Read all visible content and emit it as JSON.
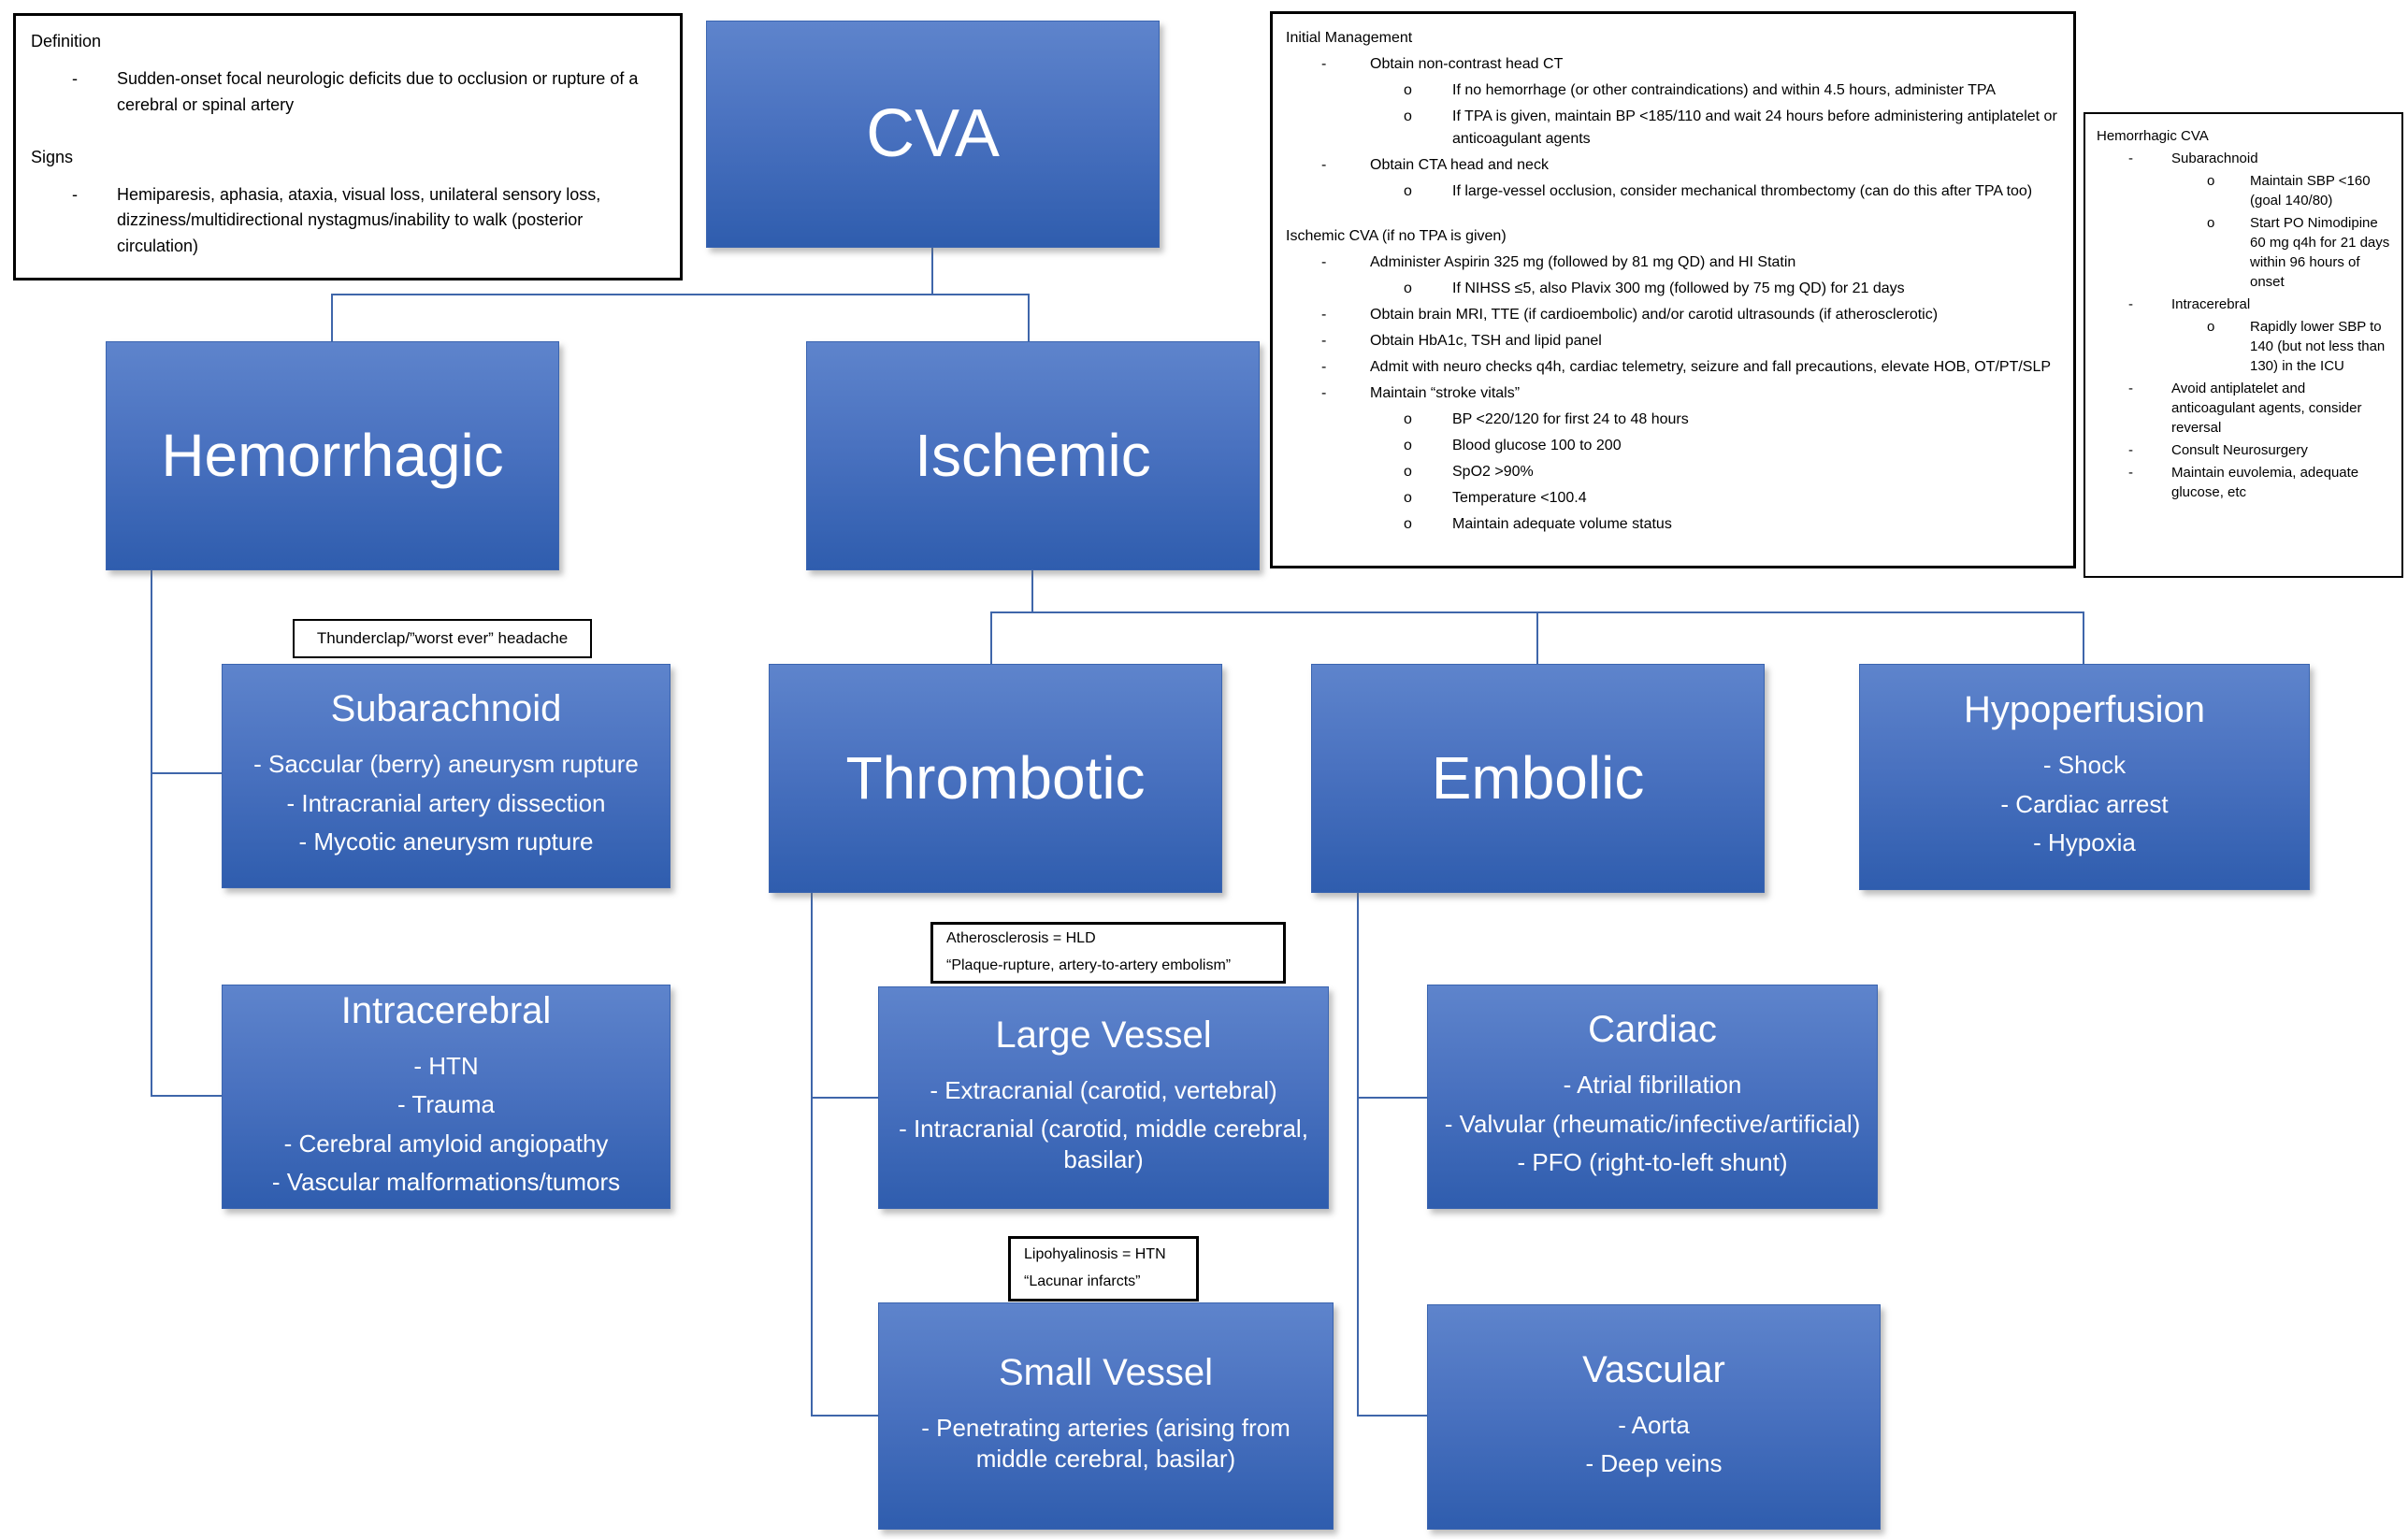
{
  "colors": {
    "node_gradient_top": "#5e84cc",
    "node_gradient_bottom": "#2f5dae",
    "connector": "#3f66aa",
    "note_border": "#000000"
  },
  "nodes": {
    "cva": {
      "title": "CVA"
    },
    "hemorrhagic": {
      "title": "Hemorrhagic"
    },
    "ischemic": {
      "title": "Ischemic"
    },
    "subarachnoid": {
      "title": "Subarachnoid",
      "lines": [
        "- Saccular (berry) aneurysm rupture",
        "- Intracranial artery dissection",
        "- Mycotic aneurysm rupture"
      ]
    },
    "intracerebral": {
      "title": "Intracerebral",
      "lines": [
        "- HTN",
        "- Trauma",
        "- Cerebral amyloid angiopathy",
        "- Vascular malformations/tumors"
      ]
    },
    "thrombotic": {
      "title": "Thrombotic"
    },
    "embolic": {
      "title": "Embolic"
    },
    "hypoperfusion": {
      "title": "Hypoperfusion",
      "lines": [
        "- Shock",
        "- Cardiac arrest",
        "- Hypoxia"
      ]
    },
    "large_vessel": {
      "title": "Large Vessel",
      "lines": [
        "- Extracranial (carotid, vertebral)",
        "- Intracranial (carotid, middle cerebral, basilar)"
      ]
    },
    "small_vessel": {
      "title": "Small Vessel",
      "lines": [
        "- Penetrating arteries (arising from middle cerebral, basilar)"
      ]
    },
    "cardiac": {
      "title": "Cardiac",
      "lines": [
        "- Atrial fibrillation",
        "- Valvular (rheumatic/infective/artificial)",
        "- PFO (right-to-left shunt)"
      ]
    },
    "vascular": {
      "title": "Vascular",
      "lines": [
        "- Aorta",
        "- Deep veins"
      ]
    }
  },
  "notes": {
    "definition": {
      "items": [
        {
          "lv": 0,
          "t": "Definition"
        },
        {
          "lv": 1,
          "b": "-",
          "t": "Sudden-onset focal neurologic deficits due to occlusion or rupture of a cerebral or spinal artery"
        },
        {
          "lv": 0,
          "t": "Signs"
        },
        {
          "lv": 1,
          "b": "-",
          "t": "Hemiparesis, aphasia, ataxia, visual loss, unilateral sensory loss, dizziness/multidirectional nystagmus/inability to walk (posterior circulation)"
        }
      ]
    },
    "initial_management": {
      "items": [
        {
          "lv": 0,
          "t": "Initial Management"
        },
        {
          "lv": 1,
          "b": "-",
          "t": "Obtain non-contrast head CT"
        },
        {
          "lv": 2,
          "b": "o",
          "t": "If no hemorrhage (or other contraindications) and within 4.5 hours, administer TPA"
        },
        {
          "lv": 2,
          "b": "o",
          "t": "If TPA is given, maintain BP <185/110 and wait 24 hours before administering antiplatelet or anticoagulant agents"
        },
        {
          "lv": 1,
          "b": "-",
          "t": "Obtain CTA head and neck"
        },
        {
          "lv": 2,
          "b": "o",
          "t": "If large-vessel occlusion, consider mechanical thrombectomy (can do this after TPA too)"
        },
        {
          "lv": 0,
          "t": "Ischemic CVA (if no TPA is given)"
        },
        {
          "lv": 1,
          "b": "-",
          "t": "Administer Aspirin 325 mg (followed by 81 mg QD) and HI Statin"
        },
        {
          "lv": 2,
          "b": "o",
          "t": "If NIHSS ≤5, also Plavix 300 mg (followed by 75 mg QD) for 21 days"
        },
        {
          "lv": 1,
          "b": "-",
          "t": "Obtain brain MRI, TTE (if cardioembolic) and/or carotid ultrasounds (if atherosclerotic)"
        },
        {
          "lv": 1,
          "b": "-",
          "t": "Obtain HbA1c, TSH and lipid panel"
        },
        {
          "lv": 1,
          "b": "-",
          "t": "Admit with neuro checks q4h, cardiac telemetry, seizure and fall precautions, elevate HOB, OT/PT/SLP"
        },
        {
          "lv": 1,
          "b": "-",
          "t": "Maintain “stroke vitals”"
        },
        {
          "lv": 2,
          "b": "o",
          "t": "BP <220/120 for first 24 to 48 hours"
        },
        {
          "lv": 2,
          "b": "o",
          "t": "Blood glucose 100 to 200"
        },
        {
          "lv": 2,
          "b": "o",
          "t": "SpO2 >90%"
        },
        {
          "lv": 2,
          "b": "o",
          "t": "Temperature <100.4"
        },
        {
          "lv": 2,
          "b": "o",
          "t": "Maintain adequate volume status"
        }
      ]
    },
    "hemorrhagic_cva": {
      "items": [
        {
          "lv": 0,
          "t": "Hemorrhagic CVA"
        },
        {
          "lv": 1,
          "b": "-",
          "t": "Subarachnoid"
        },
        {
          "lv": 2,
          "b": "o",
          "t": "Maintain SBP <160 (goal 140/80)"
        },
        {
          "lv": 2,
          "b": "o",
          "t": "Start PO Nimodipine 60 mg q4h for 21 days within 96 hours of onset"
        },
        {
          "lv": 1,
          "b": "-",
          "t": "Intracerebral"
        },
        {
          "lv": 2,
          "b": "o",
          "t": "Rapidly lower SBP to 140 (but not less than 130) in the ICU"
        },
        {
          "lv": 1,
          "b": "-",
          "t": "Avoid antiplatelet and anticoagulant agents, consider reversal"
        },
        {
          "lv": 1,
          "b": "-",
          "t": "Consult Neurosurgery"
        },
        {
          "lv": 1,
          "b": "-",
          "t": "Maintain euvolemia, adequate glucose, etc"
        }
      ]
    },
    "thunderclap": {
      "text": "Thunderclap/”worst ever” headache"
    },
    "atherosclerosis": {
      "line1": "Atherosclerosis = HLD",
      "line2": "“Plaque-rupture, artery-to-artery embolism”"
    },
    "lipohyalinosis": {
      "line1": "Lipohyalinosis = HTN",
      "line2": "“Lacunar infarcts”"
    }
  }
}
